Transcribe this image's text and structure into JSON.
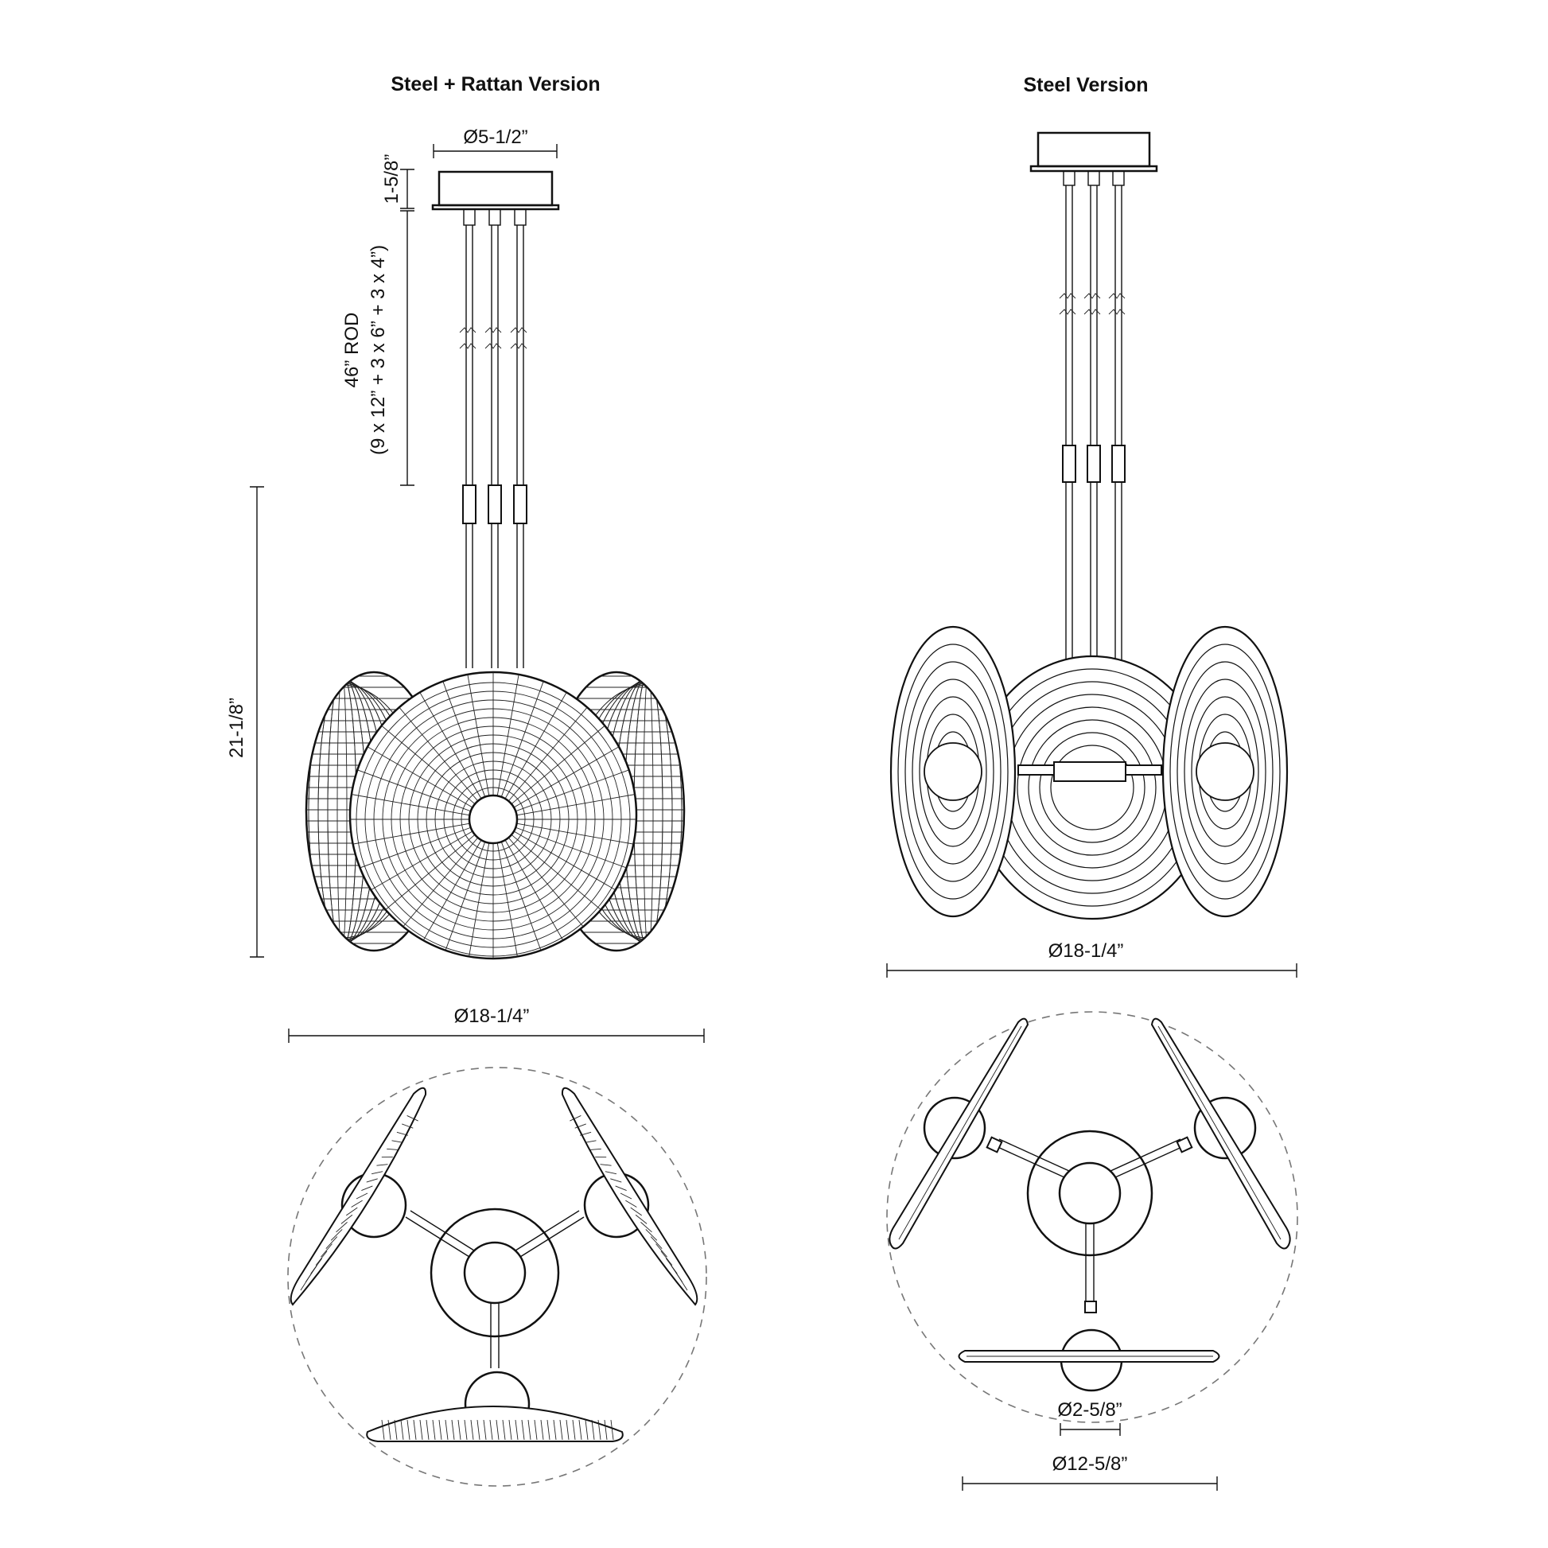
{
  "left": {
    "title": "Steel + Rattan Version",
    "canopy_diameter": "Ø5-1/2”",
    "canopy_height": "1-5/8”",
    "rod_line1": "46” ROD",
    "rod_line2": "(9 x 12” + 3 x 6” + 3 x 4”)",
    "fixture_height": "21-1/8”",
    "fixture_diameter": "Ø18-1/4”"
  },
  "right": {
    "title": "Steel Version",
    "fixture_diameter": "Ø18-1/4”",
    "bulb_diameter": "Ø2-5/8”",
    "plate_diameter": "Ø12-5/8”"
  }
}
